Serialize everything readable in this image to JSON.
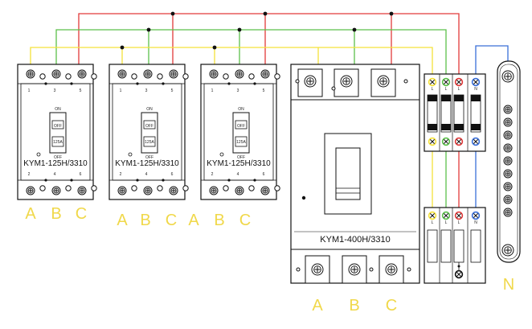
{
  "breakers_small": [
    {
      "model": "KYM1-125H/3310",
      "on_label": "ON",
      "off_label": "OFF",
      "rating_label": "125A",
      "top_numbers": [
        "1",
        "3",
        "5"
      ],
      "bottom_numbers": [
        "2",
        "4",
        "6"
      ],
      "phase_labels": [
        "A",
        "B",
        "C"
      ]
    },
    {
      "model": "KYM1-125H/3310",
      "on_label": "ON",
      "off_label": "OFF",
      "rating_label": "125A",
      "top_numbers": [
        "1",
        "3",
        "5"
      ],
      "bottom_numbers": [
        "2",
        "4",
        "6"
      ],
      "phase_labels": [
        "A",
        "B",
        "C"
      ]
    },
    {
      "model": "KYM1-125H/3310",
      "on_label": "ON",
      "off_label": "OFF",
      "rating_label": "125A",
      "top_numbers": [
        "1",
        "3",
        "5"
      ],
      "bottom_numbers": [
        "2",
        "4",
        "6"
      ],
      "phase_labels": [
        "A",
        "B",
        "C"
      ]
    }
  ],
  "breaker_large": {
    "model": "KYM1-400H/3310",
    "phase_labels": [
      "A",
      "B",
      "C"
    ]
  },
  "terminal_blocks": {
    "top_labels": [
      "L",
      "L",
      "L",
      "N"
    ],
    "bottom_labels": [
      "L",
      "L",
      "L",
      "N"
    ]
  },
  "neutral_bar": {
    "label": "N"
  },
  "colors": {
    "phase_a": "#f5e23a",
    "phase_b": "#5cc04a",
    "phase_c": "#e23a3a",
    "neutral": "#3a6fd8",
    "label": "#f0d84a"
  }
}
